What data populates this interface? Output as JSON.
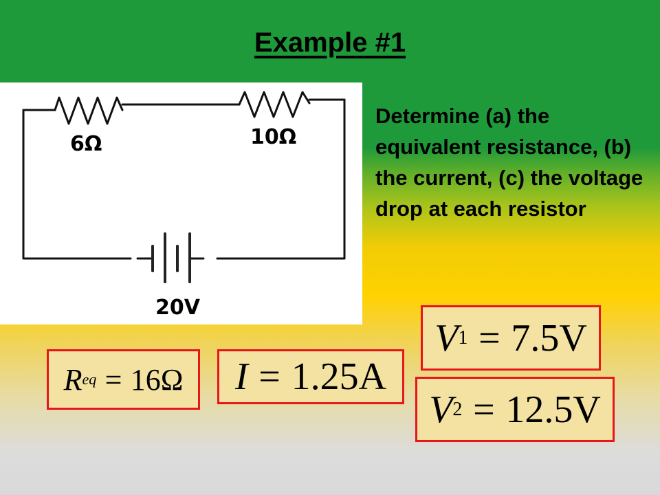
{
  "slide": {
    "title": "Example #1",
    "question": "Determine (a) the equivalent resistance, (b) the current, (c) the voltage drop at each resistor"
  },
  "circuit": {
    "resistor1_label": "6Ω",
    "resistor2_label": "10Ω",
    "battery_label": "20V"
  },
  "answers": {
    "req": {
      "symbol": "R",
      "subscript": "eq",
      "equals": "=",
      "value": "16Ω"
    },
    "current": {
      "symbol": "I",
      "equals": "=",
      "value": "1.25A"
    },
    "v1": {
      "symbol": "V",
      "subscript": "1",
      "equals": "=",
      "value": "7.5V"
    },
    "v2": {
      "symbol": "V",
      "subscript": "2",
      "equals": "=",
      "value": "12.5V"
    }
  },
  "colors": {
    "box_border": "#e8151b",
    "box_fill": "#f3e2a2",
    "top_green": "#1f9a3a",
    "mid_yellow": "#ffd200",
    "bottom_gray": "#d9d9d9"
  }
}
